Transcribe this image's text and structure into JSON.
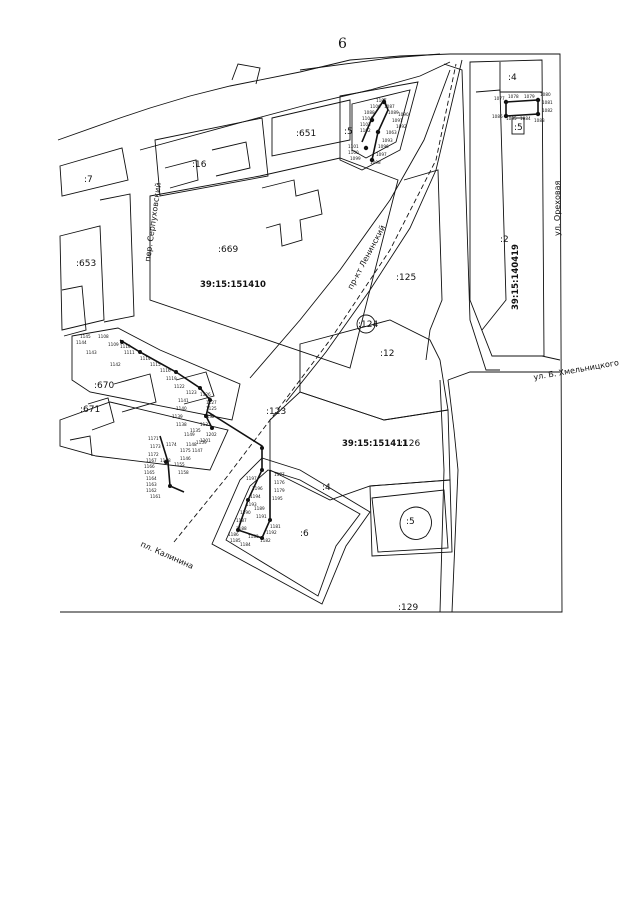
{
  "page_number": "6",
  "blocks": {
    "b151410": "39:15:151410",
    "b151411": "39:15:151411",
    "b140419": "39:15:140419"
  },
  "plots": {
    "p4": ":4",
    "p5top": ":5",
    "p651": ":651",
    "p5mid": ":5",
    "p16": ":16",
    "p7": ":7",
    "p669": ":669",
    "p653": ":653",
    "p125": ":125",
    "p2": ":2",
    "p124": ":124",
    "p12": ":12",
    "p670": ":670",
    "p671": ":671",
    "p123": ":123",
    "p126": ":126",
    "p4b": ":4",
    "p5low": ":5",
    "p6": ":6",
    "p129": ":129"
  },
  "streets": {
    "serpukhovsky": "пер. Серпуховский",
    "leninsky": "пр-кт Ленинский",
    "orekhovaya": "ул. Ореховая",
    "khmelnitskogo": "ул. Б. Хмельницкого",
    "kalinina": "пл. Калинина"
  },
  "points": {
    "a": [
      "1107",
      "1106",
      "1087",
      "1088",
      "1089",
      "1090",
      "1104",
      "1091",
      "1103",
      "1092",
      "1102",
      "1063",
      "1101",
      "1093",
      "1100",
      "1096",
      "1099",
      "1097",
      "1098"
    ],
    "b": [
      "1077",
      "1078",
      "1079",
      "1080",
      "1081",
      "1082",
      "1083",
      "1084",
      "1085",
      "1086"
    ],
    "c": [
      "1145",
      "1108",
      "1144",
      "1109",
      "1110",
      "1143",
      "1111",
      "1114",
      "1142",
      "1115",
      "1116",
      "1119",
      "1122",
      "1123",
      "1126",
      "1127",
      "1141",
      "1125",
      "1140",
      "1139",
      "1132",
      "1133",
      "1138",
      "1135",
      "1202",
      "1201"
    ],
    "d": [
      "1173",
      "1174",
      "1175",
      "1172",
      "1171",
      "1167",
      "1166",
      "1165",
      "1164",
      "1163",
      "1162",
      "1161",
      "1158",
      "1149",
      "1148",
      "1147",
      "1146",
      "1159",
      "1155",
      "1168"
    ],
    "e": [
      "1197",
      "1177",
      "1176",
      "1196",
      "1179",
      "1195",
      "1194",
      "1193",
      "1190",
      "1191",
      "1187",
      "1188",
      "1183",
      "1182",
      "1186",
      "1185",
      "1184",
      "1181",
      "1189",
      "1192"
    ]
  }
}
